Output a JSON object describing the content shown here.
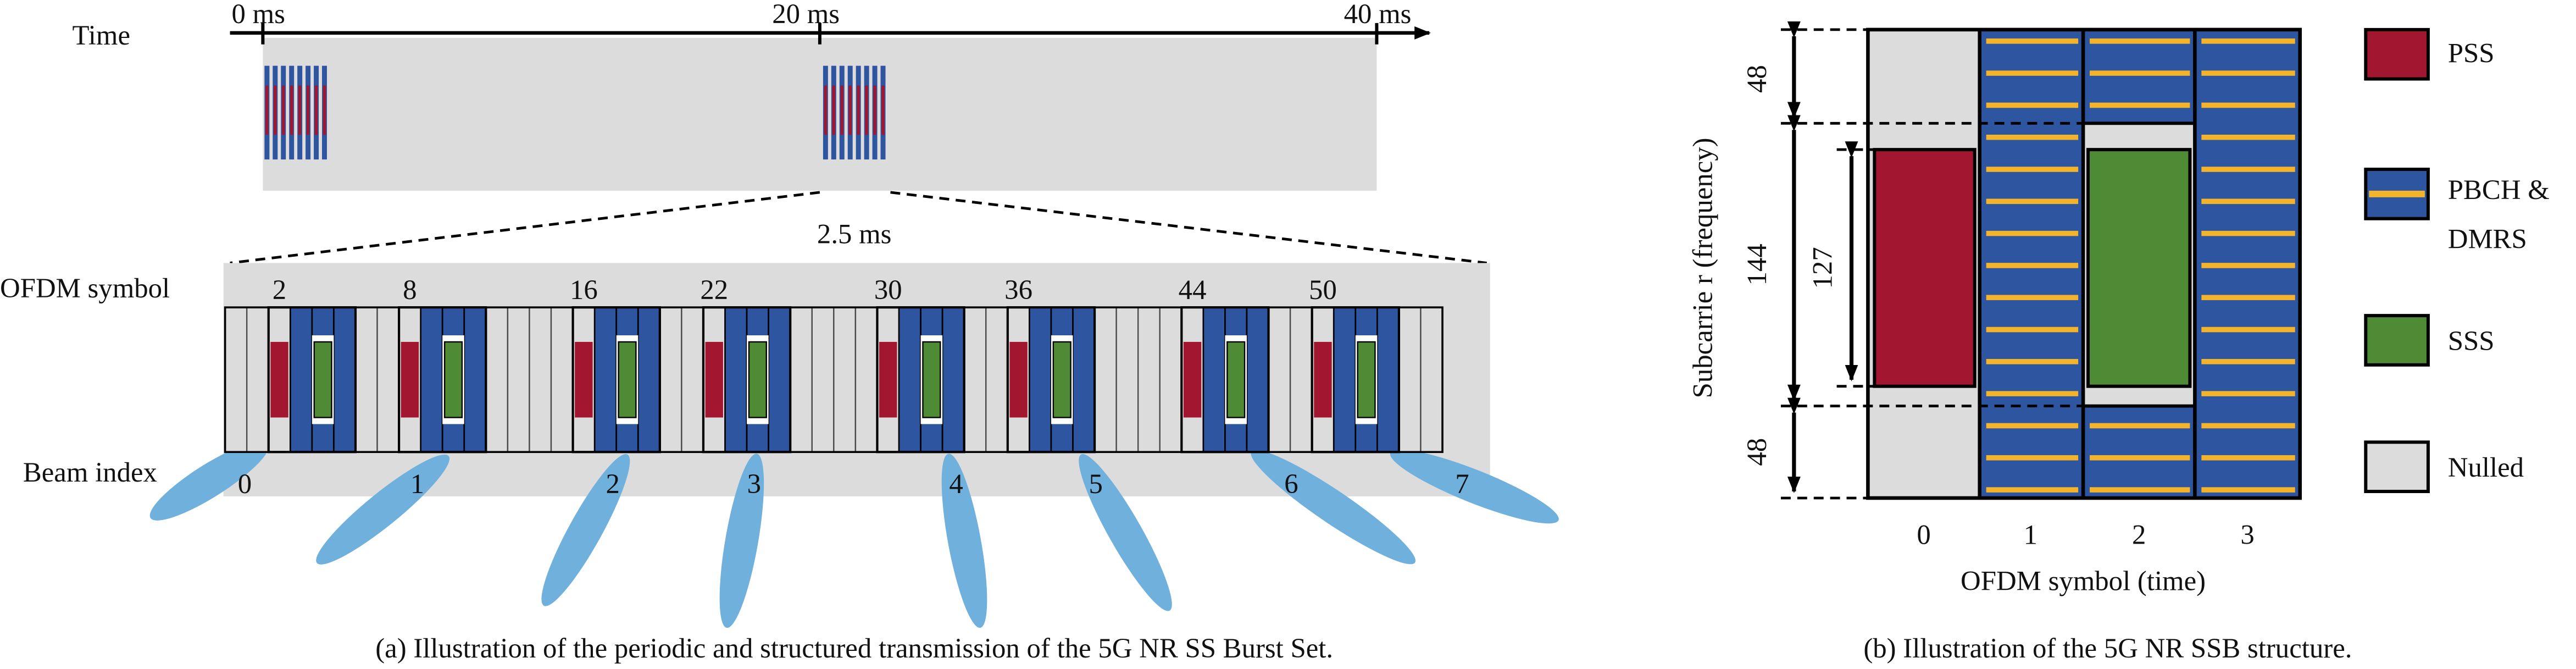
{
  "panel_a": {
    "time_label": "Time",
    "tick_0": "0 ms",
    "tick_20": "20 ms",
    "tick_40": "40 ms",
    "zoom_label": "2.5 ms",
    "ofdm_label": "OFDM symbol",
    "symbol_indices": [
      "2",
      "8",
      "16",
      "22",
      "30",
      "36",
      "44",
      "50"
    ],
    "beam_label": "Beam index",
    "beam_indices": [
      "0",
      "1",
      "2",
      "3",
      "4",
      "5",
      "6",
      "7"
    ],
    "caption": "(a) Illustration of the periodic and structured transmission of the 5G NR SS Burst Set."
  },
  "panel_b": {
    "dim_top": "48",
    "dim_mid": "144",
    "dim_inner": "127",
    "dim_bottom": "48",
    "ylabel": "Subcarrie r (frequency)",
    "xlabel": "OFDM symbol (time)",
    "x_ticks": [
      "0",
      "1",
      "2",
      "3"
    ],
    "legend": {
      "pss": "PSS",
      "pbch_line1": "PBCH &",
      "pbch_line2": "DMRS",
      "sss": "SSS",
      "nulled": "Nulled"
    },
    "caption": "(b) Illustration of the 5G NR SSB structure."
  },
  "colors": {
    "pss": "#a3162f",
    "pbch": "#2d55a0",
    "dmrs": "#f3b32a",
    "sss": "#4f8a34",
    "nulled": "#dcdcdc",
    "beam": "#6fb0dc"
  }
}
